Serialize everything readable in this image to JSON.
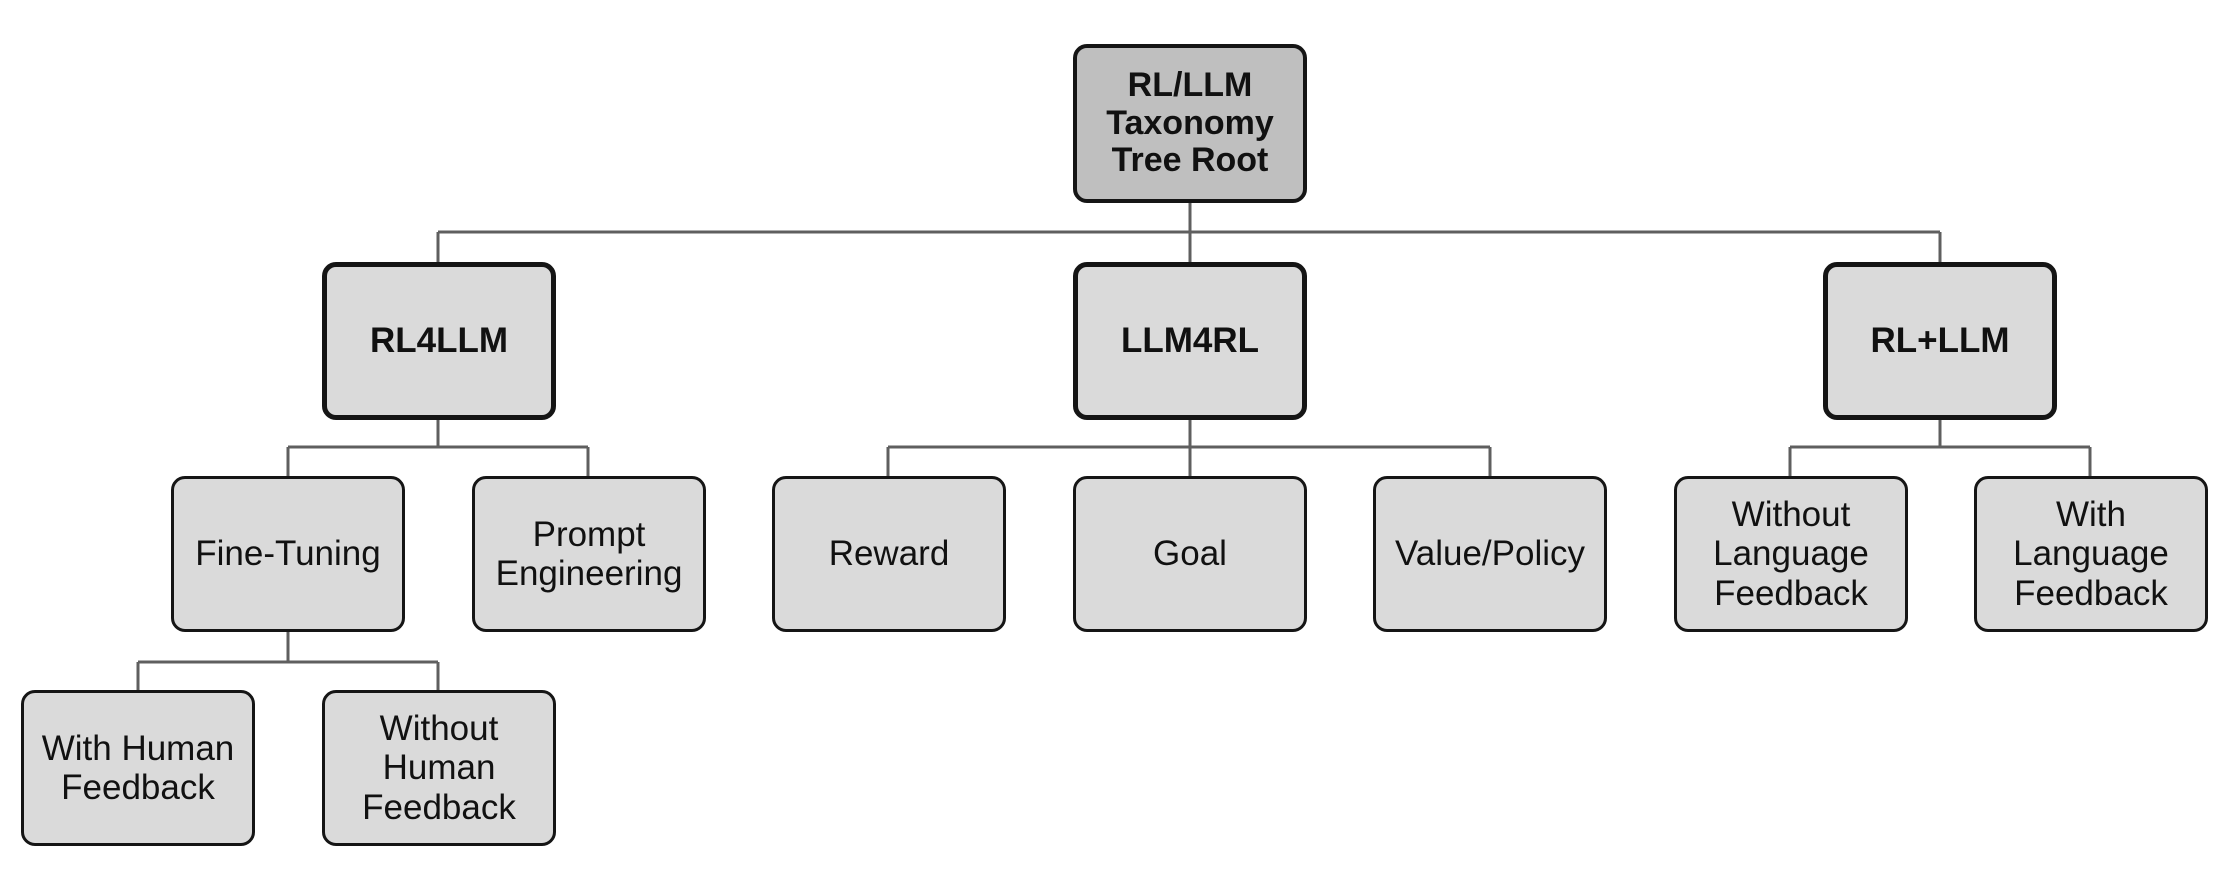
{
  "tree": {
    "root": {
      "label": "RL/LLM\nTaxonomy\nTree Root"
    },
    "rl4llm": {
      "label": "RL4LLM",
      "fine_tuning": {
        "label": "Fine-Tuning",
        "with_human_feedback": "With Human\nFeedback",
        "without_human_feedback": "Without\nHuman\nFeedback"
      },
      "prompt_engineering": "Prompt\nEngineering"
    },
    "llm4rl": {
      "label": "LLM4RL",
      "reward": "Reward",
      "goal": "Goal",
      "value_policy": "Value/Policy"
    },
    "rl_plus_llm": {
      "label": "RL+LLM",
      "without_language_feedback": "Without\nLanguage\nFeedback",
      "with_language_feedback": "With\nLanguage\nFeedback"
    }
  },
  "colors": {
    "root_fill": "#bfbfbf",
    "node_fill": "#dadada",
    "border": "#151515",
    "connector": "#5f5f5f"
  }
}
